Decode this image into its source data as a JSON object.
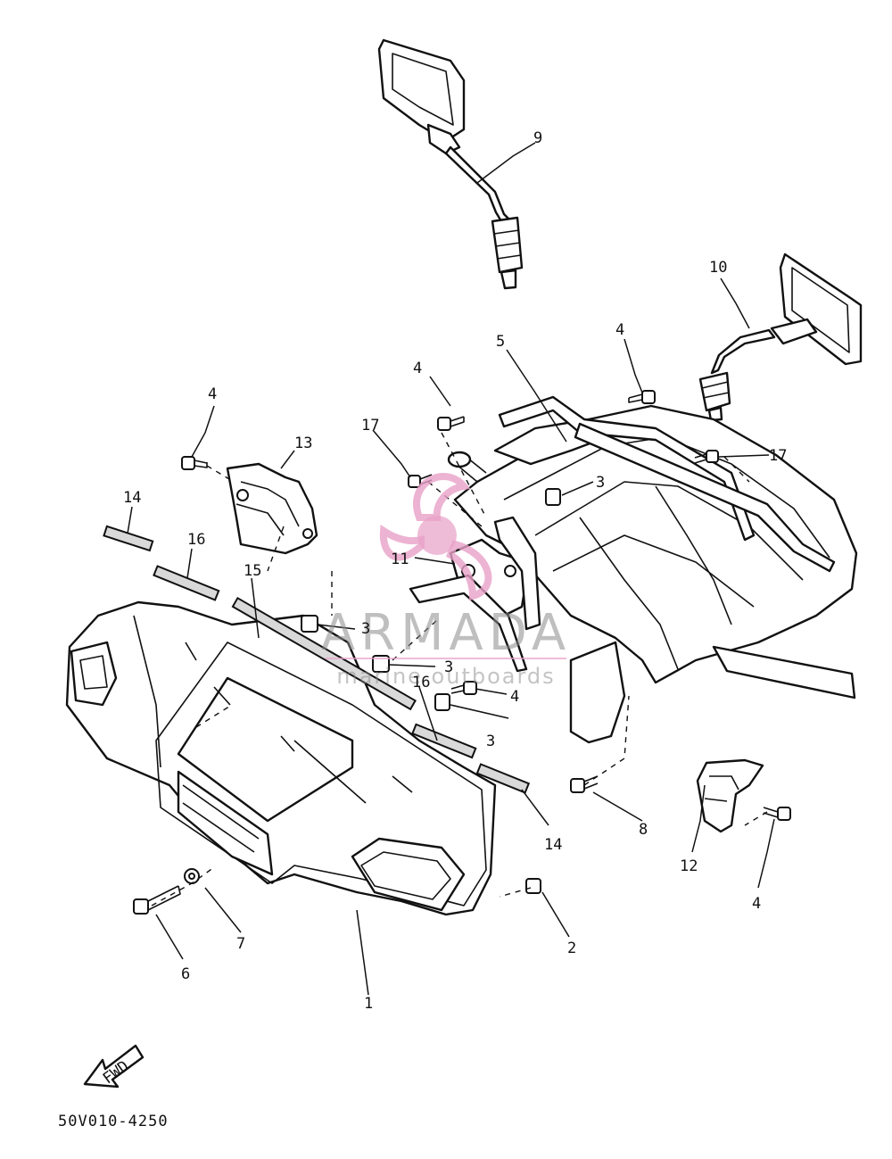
{
  "diagram": {
    "callouts": {
      "c1": "1",
      "c2": "2",
      "c3a": "3",
      "c3b": "3",
      "c3c": "3",
      "c3d": "3",
      "c4a": "4",
      "c4b": "4",
      "c4c": "4",
      "c4d": "4",
      "c4e": "4",
      "c5": "5",
      "c6": "6",
      "c7": "7",
      "c8": "8",
      "c9": "9",
      "c10": "10",
      "c11": "11",
      "c12": "12",
      "c13": "13",
      "c14a": "14",
      "c14b": "14",
      "c15": "15",
      "c16a": "16",
      "c16b": "16",
      "c17a": "17",
      "c17b": "17"
    },
    "fwd_label": "FWD",
    "drawing_code": "50V010-4250"
  },
  "watermark": {
    "name": "ARMADA",
    "subtitle": "marine outboards",
    "accent_color": "#e8a0c8"
  }
}
